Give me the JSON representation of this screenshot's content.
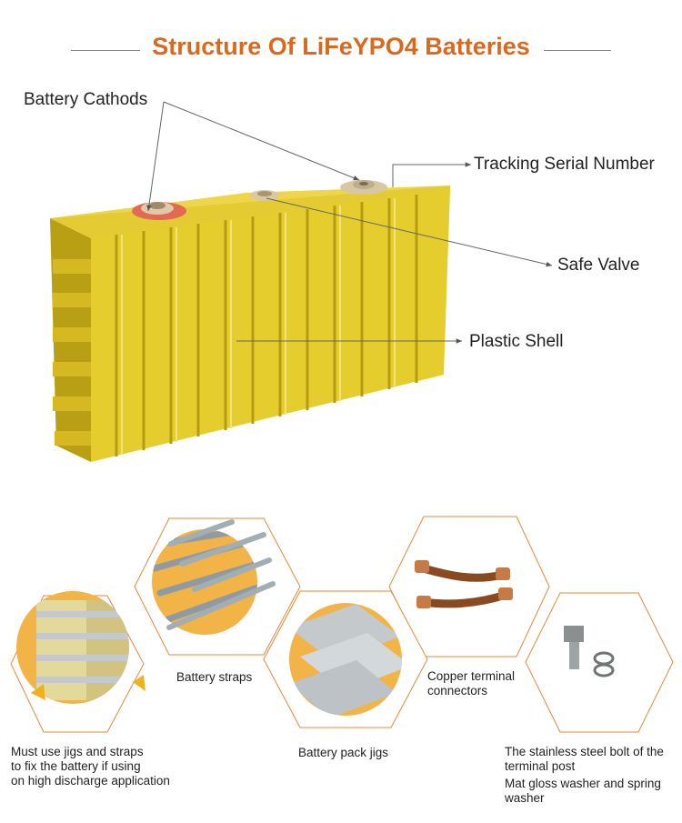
{
  "title": "Structure Of LiFeYPO4 Batteries",
  "colors": {
    "accent": "#d9691f",
    "shell": "#e8cf2c",
    "shell_dark": "#b79e10",
    "circle": "#f2b347"
  },
  "callouts": {
    "cathods": "Battery Cathods",
    "serial": "Tracking Serial Number",
    "valve": "Safe Valve",
    "shell": "Plastic Shell"
  },
  "accessories": {
    "jigs_straps": [
      "Must use jigs and straps",
      "to fix the battery if using",
      "on high discharge application"
    ],
    "straps": "Battery straps",
    "pack_jigs": "Battery pack jigs",
    "copper": [
      "Copper terminal",
      "connectors"
    ],
    "bolt": [
      "The stainless steel bolt of the",
      "terminal post"
    ],
    "washer": [
      "Mat gloss washer and spring",
      "washer"
    ]
  }
}
